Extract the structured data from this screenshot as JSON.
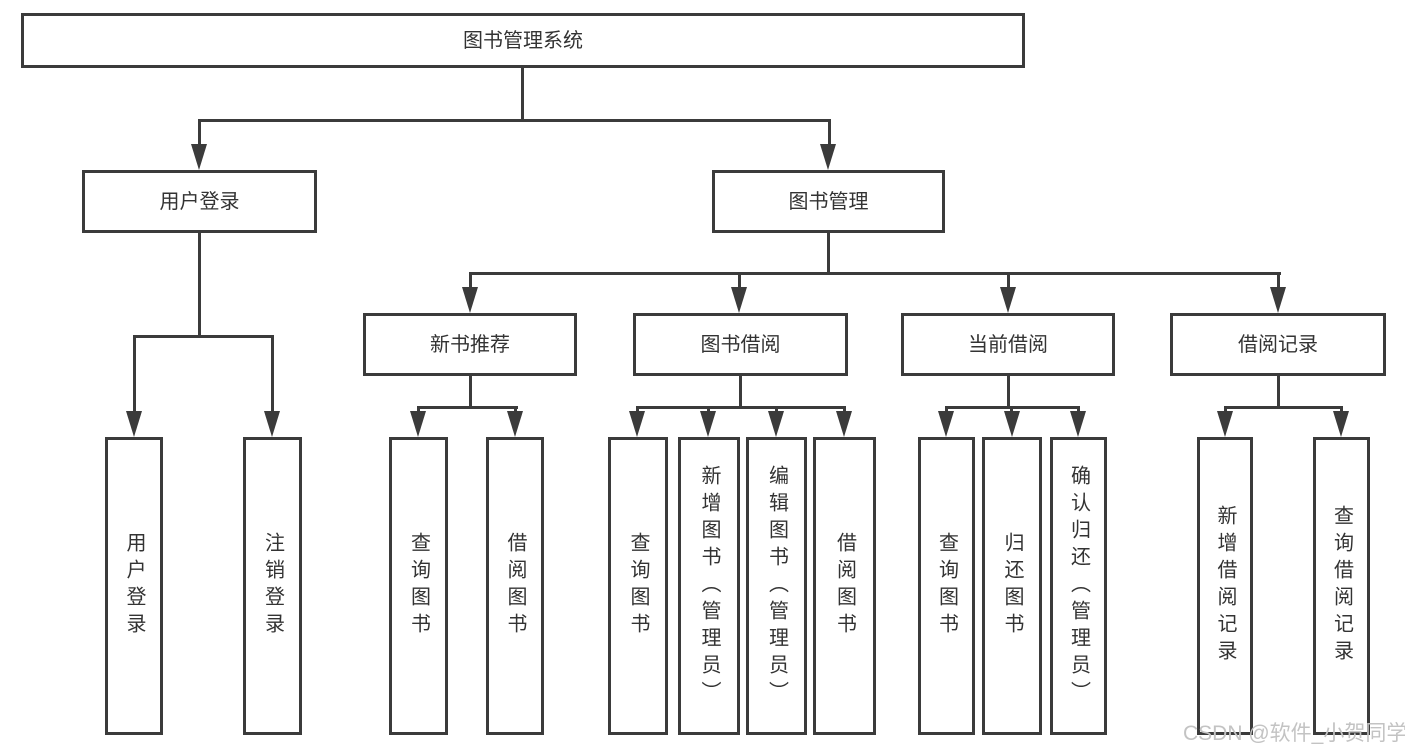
{
  "diagram": {
    "root": "图书管理系统",
    "branches": [
      {
        "label": "用户登录",
        "children": [
          "用户登录",
          "注销登录"
        ]
      },
      {
        "label": "图书管理",
        "children": [
          {
            "label": "新书推荐",
            "children": [
              "查询图书",
              "借阅图书"
            ]
          },
          {
            "label": "图书借阅",
            "children": [
              "查询图书",
              "新增图书（管理员）",
              "编辑图书（管理员）",
              "借阅图书"
            ]
          },
          {
            "label": "当前借阅",
            "children": [
              "查询图书",
              "归还图书",
              "确认归还（管理员）"
            ]
          },
          {
            "label": "借阅记录",
            "children": [
              "新增借阅记录",
              "查询借阅记录"
            ]
          }
        ]
      }
    ]
  },
  "watermark": "CSDN @软件_小贺同学",
  "colors": {
    "line": "#3b3b3b",
    "text": "#333333",
    "watermark": "#c3c3c3",
    "background": "#ffffff"
  }
}
